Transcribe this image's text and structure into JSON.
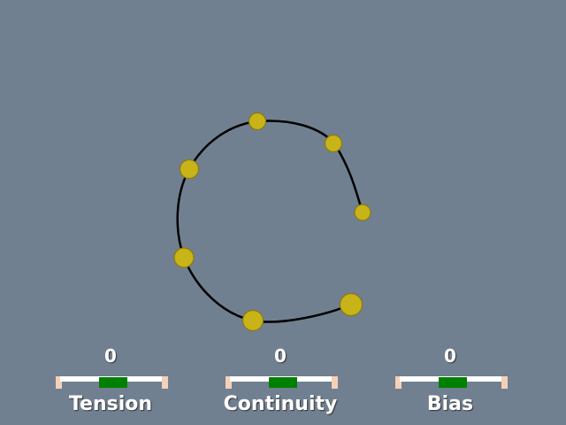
{
  "colors": {
    "background": "#708090",
    "curve": "#000000",
    "control_point_fill": "#c8b418",
    "control_point_edge": "#8a7a10",
    "slider_track": "#ffffff",
    "slider_cap": "#f5d0b8",
    "slider_thumb": "#008000",
    "text": "#ffffff"
  },
  "sliders": [
    {
      "label": "Tension",
      "value": "0",
      "level": 0.5
    },
    {
      "label": "Continuity",
      "value": "0",
      "level": 0.5
    },
    {
      "label": "Bias",
      "value": "0",
      "level": 0.5
    }
  ],
  "control_points_count": 7
}
